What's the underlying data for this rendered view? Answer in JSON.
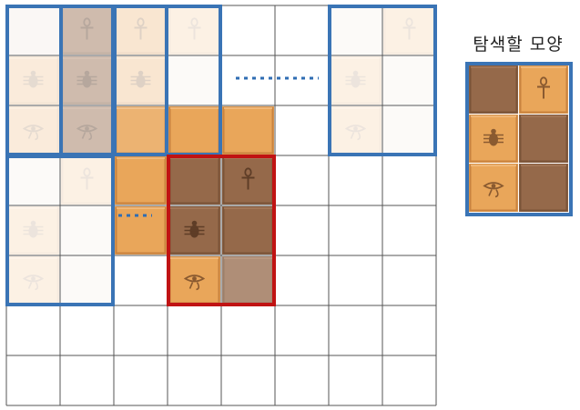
{
  "diagram": {
    "title": "탐색할 모양",
    "grid": {
      "rows": 8,
      "cols": 8
    },
    "colors": {
      "sand": "#e9a65a",
      "dark": "#95694a",
      "blue": "#3a74b5",
      "red": "#c01313",
      "dots": "#2f6db3"
    },
    "board_tiles": [
      {
        "row": 0,
        "col": 0,
        "kind": "plain",
        "fade": 0.78
      },
      {
        "row": 0,
        "col": 1,
        "kind": "dark-ankh",
        "fade": 0.55
      },
      {
        "row": 0,
        "col": 2,
        "kind": "ankh",
        "fade": 0.72
      },
      {
        "row": 0,
        "col": 3,
        "kind": "ankh",
        "fade": 0.84
      },
      {
        "row": 1,
        "col": 0,
        "kind": "beetle",
        "fade": 0.78
      },
      {
        "row": 1,
        "col": 1,
        "kind": "dark-beetle",
        "fade": 0.55
      },
      {
        "row": 1,
        "col": 2,
        "kind": "beetle",
        "fade": 0.72
      },
      {
        "row": 1,
        "col": 3,
        "kind": "plain",
        "fade": 0.84
      },
      {
        "row": 2,
        "col": 0,
        "kind": "eye",
        "fade": 0.78
      },
      {
        "row": 2,
        "col": 1,
        "kind": "dark-eye",
        "fade": 0.55
      },
      {
        "row": 2,
        "col": 2,
        "kind": "sand",
        "fade": 0.15
      },
      {
        "row": 2,
        "col": 3,
        "kind": "sand",
        "fade": 0
      },
      {
        "row": 2,
        "col": 4,
        "kind": "sand",
        "fade": 0
      },
      {
        "row": 3,
        "col": 0,
        "kind": "plain",
        "fade": 0.84
      },
      {
        "row": 3,
        "col": 1,
        "kind": "ankh",
        "fade": 0.84
      },
      {
        "row": 3,
        "col": 2,
        "kind": "sand",
        "fade": 0
      },
      {
        "row": 3,
        "col": 3,
        "kind": "dark",
        "fade": 0
      },
      {
        "row": 3,
        "col": 4,
        "kind": "dark-ankh",
        "fade": 0
      },
      {
        "row": 4,
        "col": 0,
        "kind": "beetle",
        "fade": 0.84
      },
      {
        "row": 4,
        "col": 1,
        "kind": "plain",
        "fade": 0.84
      },
      {
        "row": 4,
        "col": 2,
        "kind": "sand",
        "fade": 0
      },
      {
        "row": 4,
        "col": 3,
        "kind": "dark-beetle",
        "fade": 0
      },
      {
        "row": 4,
        "col": 4,
        "kind": "dark",
        "fade": 0
      },
      {
        "row": 5,
        "col": 0,
        "kind": "eye",
        "fade": 0.84
      },
      {
        "row": 5,
        "col": 1,
        "kind": "plain",
        "fade": 0.84
      },
      {
        "row": 5,
        "col": 3,
        "kind": "eye",
        "fade": 0
      },
      {
        "row": 5,
        "col": 4,
        "kind": "dark",
        "fade": 0.25
      },
      {
        "row": 0,
        "col": 6,
        "kind": "plain",
        "fade": 0.84
      },
      {
        "row": 0,
        "col": 7,
        "kind": "ankh",
        "fade": 0.84
      },
      {
        "row": 1,
        "col": 6,
        "kind": "beetle",
        "fade": 0.84
      },
      {
        "row": 1,
        "col": 7,
        "kind": "plain",
        "fade": 0.84
      },
      {
        "row": 2,
        "col": 6,
        "kind": "eye",
        "fade": 0.84
      },
      {
        "row": 2,
        "col": 7,
        "kind": "plain",
        "fade": 0.84
      }
    ],
    "search_windows": [
      {
        "type": "blue",
        "row": 0,
        "col": 0,
        "rows": 3,
        "cols": 2
      },
      {
        "type": "blue",
        "row": 0,
        "col": 1,
        "rows": 3,
        "cols": 2
      },
      {
        "type": "blue",
        "row": 0,
        "col": 2,
        "rows": 3,
        "cols": 2
      },
      {
        "type": "blue",
        "row": 0,
        "col": 6,
        "rows": 3,
        "cols": 2
      },
      {
        "type": "blue",
        "row": 3,
        "col": 0,
        "rows": 3,
        "cols": 2
      },
      {
        "type": "red",
        "row": 3,
        "col": 3,
        "rows": 3,
        "cols": 2
      }
    ],
    "pattern_tiles": [
      {
        "row": 0,
        "col": 0,
        "kind": "dark"
      },
      {
        "row": 0,
        "col": 1,
        "kind": "ankh"
      },
      {
        "row": 1,
        "col": 0,
        "kind": "beetle"
      },
      {
        "row": 1,
        "col": 1,
        "kind": "dark"
      },
      {
        "row": 2,
        "col": 0,
        "kind": "eye"
      },
      {
        "row": 2,
        "col": 1,
        "kind": "dark"
      }
    ]
  }
}
